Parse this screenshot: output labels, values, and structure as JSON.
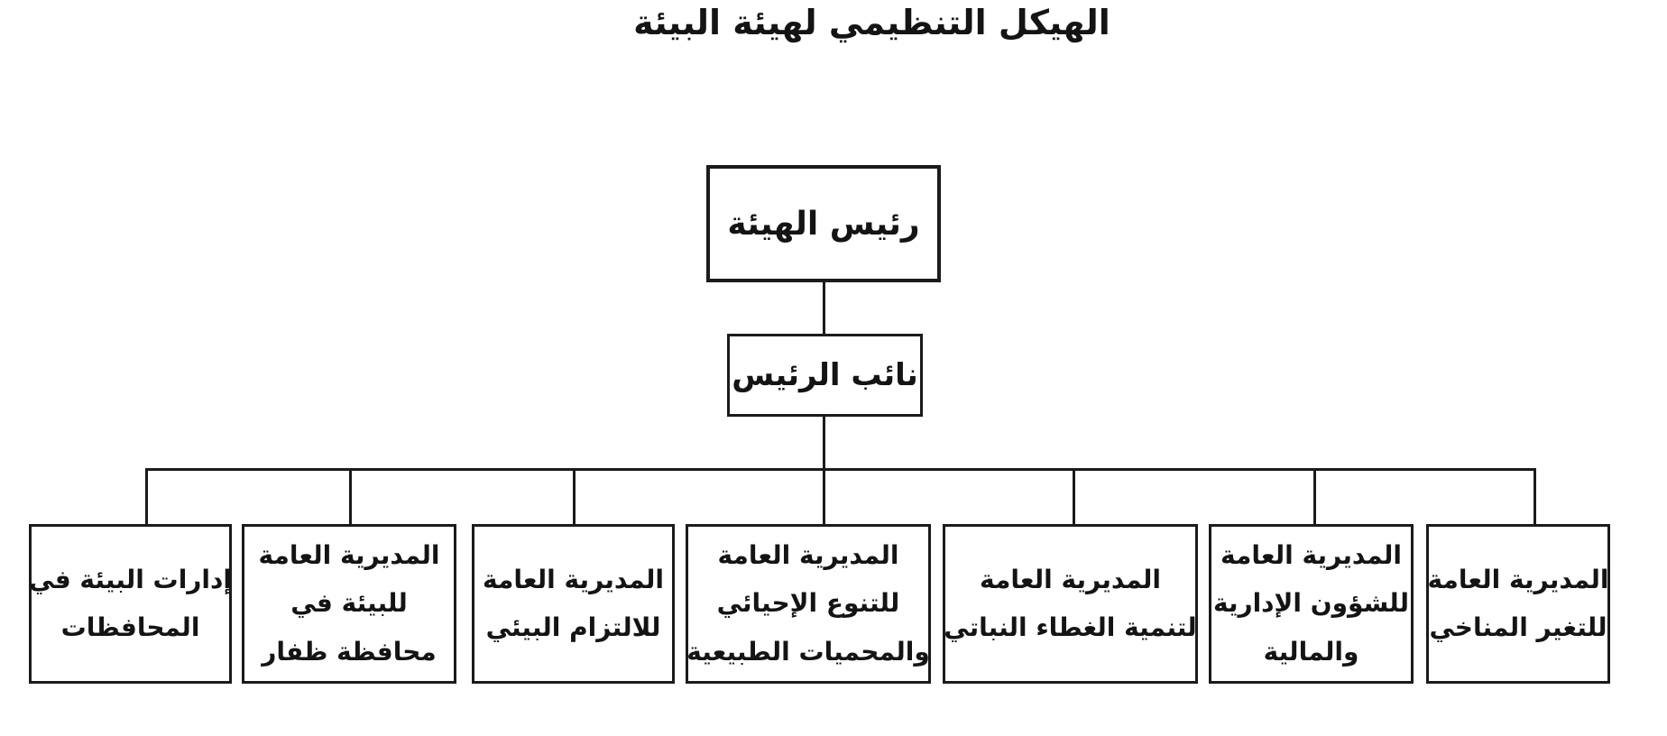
{
  "title": "الهيكل التنظيمي لهيئة البيئة",
  "colors": {
    "background": "#ffffff",
    "line": "#1b1b1b",
    "text": "#141414"
  },
  "org": {
    "chairman": {
      "label": "رئيس الهيئة"
    },
    "deputy": {
      "label": "نائب الرئيس"
    },
    "departments": [
      {
        "label": "المديرية العامة للتغير المناخي",
        "lines": [
          "المديرية العامة",
          "للتغير المناخي"
        ]
      },
      {
        "label": "المديرية العامة للشؤون الإدارية والمالية",
        "lines": [
          "المديرية العامة",
          "للشؤون الإدارية",
          "والمالية"
        ]
      },
      {
        "label": "المديرية العامة لتنمية الغطاء النباتي",
        "lines": [
          "المديرية العامة",
          "لتنمية الغطاء النباتي"
        ]
      },
      {
        "label": "المديرية العامة للتنوع الإحيائي والمحميات الطبيعية",
        "lines": [
          "المديرية العامة",
          "للتنوع الإحيائي",
          "والمحميات الطبيعية"
        ]
      },
      {
        "label": "المديرية العامة للالتزام البيئي",
        "lines": [
          "المديرية العامة",
          "للالتزام البيئي"
        ]
      },
      {
        "label": "المديرية العامة للبيئة في محافظة ظفار",
        "lines": [
          "المديرية العامة",
          "للبيئة في",
          "محافظة ظفار"
        ]
      },
      {
        "label": "إدارات البيئة في المحافظات",
        "lines": [
          "إدارات البيئة في",
          "المحافظات"
        ]
      }
    ]
  }
}
